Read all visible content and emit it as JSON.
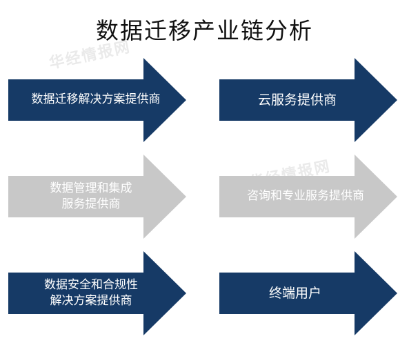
{
  "title": "数据迁移产业链分析",
  "watermark": "华经情报网",
  "colors": {
    "navy": "#163a66",
    "gray": "#c8c8c8"
  },
  "arrows": [
    {
      "id": "a1",
      "label": "数据迁移解决方案提供商",
      "color": "navy"
    },
    {
      "id": "a2",
      "label": "云服务提供商",
      "color": "navy"
    },
    {
      "id": "a3",
      "label": "数据管理和集成\n服务提供商",
      "color": "gray"
    },
    {
      "id": "a4",
      "label": "咨询和专业服务提供商",
      "color": "gray"
    },
    {
      "id": "a5",
      "label": "数据安全和合规性\n解决方案提供商",
      "color": "navy"
    },
    {
      "id": "a6",
      "label": "终端用户",
      "color": "navy"
    }
  ]
}
